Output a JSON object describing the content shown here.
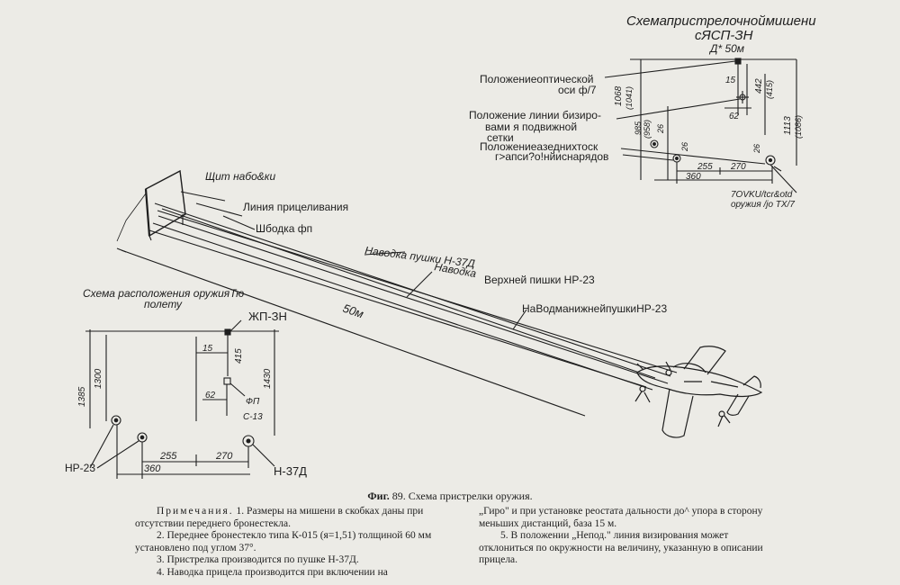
{
  "target_scheme": {
    "title": "Схемапристрелочноймишени",
    "title_line2": "сЯСП-ЗН",
    "distance": "Д* 50м",
    "label_optical_axis_1": "Положениеоптической",
    "label_optical_axis_2": "оси ф/7",
    "label_moving_reticle_1": "Положение линии бизиро-",
    "label_moving_reticle_2": "вами я подвижной",
    "label_moving_reticle_3": "сетки",
    "label_barrels_1": "Положениеазеднихтоск",
    "label_barrels_2": "г>апси?о!нйиснарядов",
    "dim_15": "15",
    "dim_62": "62",
    "dim_1068": "1068",
    "dim_1041": "(1041)",
    "dim_985": "985",
    "dim_958": "(958)",
    "dim_442": "442",
    "dim_415": "(415)",
    "dim_1113": "1113",
    "dim_1086": "(1086)",
    "dim_26a": "26",
    "dim_26b": "26",
    "dim_26c": "26",
    "dim_255": "255",
    "dim_270": "270",
    "dim_360": "360",
    "label_guns_1": "7OVKU/tcr&otd",
    "label_guns_2": "оружия /jo ТХ/7"
  },
  "range_view": {
    "shield_label": "Щит набо&ки",
    "aim_line": "Линия прицеливания",
    "fp_line": "Шбодка фп",
    "n37_line": "Наводка пушки Н-37Д",
    "upper_nr23_line_1": "Наводка",
    "upper_nr23_line_2": "Верхней пишки НР-23",
    "lower_nr23_line": "НаВодманижнейпушкиНР-23",
    "distance": "50м"
  },
  "weapon_layout": {
    "title_1": "Схема расположения  оружияТю",
    "title_2": "полету",
    "zhp": "ЖП-ЗН",
    "dim_15": "15",
    "dim_415": "415",
    "dim_62": "62",
    "dim_1300": "1300",
    "dim_1385": "1385",
    "dim_1430": "1430",
    "dim_255": "255",
    "dim_270": "270",
    "dim_360": "360",
    "fp_1": "ФП",
    "fp_2": "С-13",
    "nr23": "НР-23",
    "n37": "Н-37Д"
  },
  "caption": {
    "fig": "Фиг.",
    "text": " 89.  Схема  пристрелки  оружия."
  },
  "notes": {
    "heading": "Примечания.",
    "n1": " 1. Размеры на мишени в скобках даны при отсутствии переднего бронестекла.",
    "n2": "2.  Переднее  бронестекло  типа  К-015  (я=1,51) толщиной 60 мм установлено  под углом 37°.",
    "n3": "3. Пристрелка  производится  по пушке  Н-37Д.",
    "n4": "4.  Наводка прицела производится при включении на",
    "n4_cont": "„Гиро\" и при установке  реостата дальности  до^ упора в сторону меньших дистанций,  база 15 м.",
    "n5": "5. В положении „Непод.\" линия визирования может отклониться  по  окружности  на  величину, указанную в описании прицела."
  }
}
